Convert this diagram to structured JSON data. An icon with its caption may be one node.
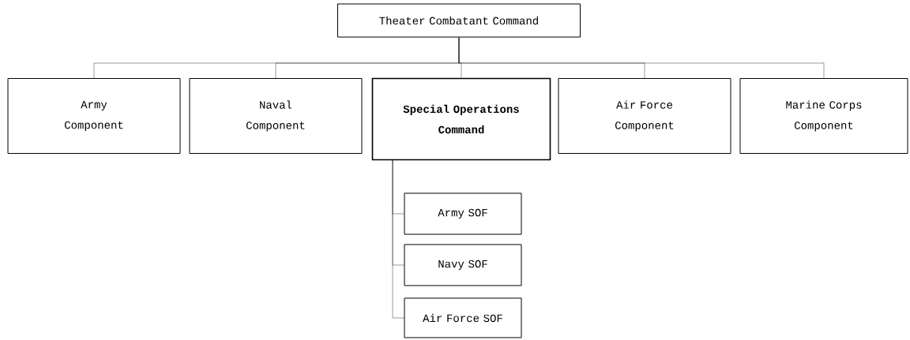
{
  "diagram": {
    "nodes": [
      {
        "text": [
          "Theater Combatant Command"
        ]
      },
      {
        "text": [
          "Army Component"
        ]
      },
      {
        "text": [
          "Naval Component"
        ]
      },
      {
        "text": [
          "Special Operations Command"
        ]
      },
      {
        "text": [
          "Air Force Component"
        ]
      },
      {
        "text": [
          "Marine Corps Component"
        ]
      },
      {
        "text": [
          "Army SOF"
        ]
      },
      {
        "text": [
          "Navy SOF"
        ]
      },
      {
        "text": [
          "Air Force SOF"
        ]
      }
    ],
    "edges": [
      {
        "from": 0,
        "to": 1,
        "arrow": "none"
      },
      {
        "from": 0,
        "to": 2,
        "arrow": "none"
      },
      {
        "from": 0,
        "to": 3,
        "arrow": "none"
      },
      {
        "from": 0,
        "to": 4,
        "arrow": "none"
      },
      {
        "from": 0,
        "to": 5,
        "arrow": "none"
      },
      {
        "from": 3,
        "to": 6,
        "arrow": "none"
      },
      {
        "from": 3,
        "to": 7,
        "arrow": "none"
      },
      {
        "from": 3,
        "to": 8,
        "arrow": "none"
      }
    ]
  }
}
